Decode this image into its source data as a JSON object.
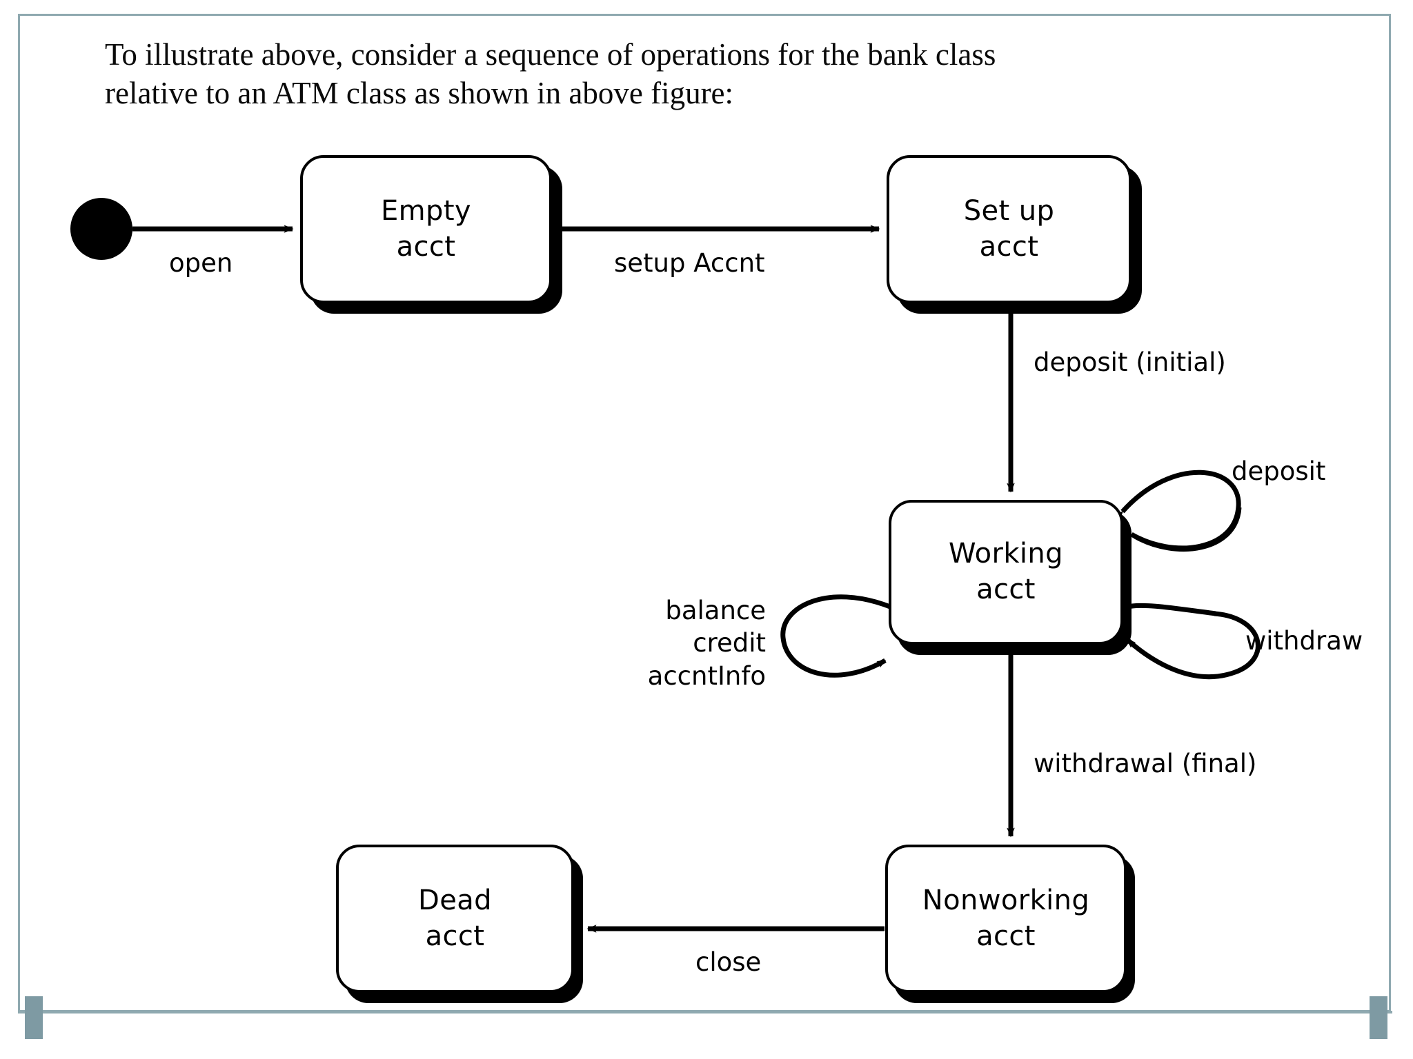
{
  "slide": {
    "heading": "To illustrate above, consider a sequence of operations for the bank class\nrelative to an ATM class as shown in above figure:",
    "accent_color": "#7e9aa3",
    "border_color": "#8fa9b0",
    "background": "#ffffff",
    "stroke_color": "#000000"
  },
  "diagram": {
    "type": "uml-state-machine",
    "title": "Bank account state diagram",
    "initial_state": {
      "name": "initial-pseudostate",
      "shape": "filled-circle"
    },
    "states": [
      {
        "id": "empty",
        "line1": "Empty",
        "line2": "acct"
      },
      {
        "id": "setup",
        "line1": "Set up",
        "line2": "acct"
      },
      {
        "id": "working",
        "line1": "Working",
        "line2": "acct"
      },
      {
        "id": "nonworking",
        "line1": "Nonworking",
        "line2": "acct"
      },
      {
        "id": "dead",
        "line1": "Dead",
        "line2": "acct"
      }
    ],
    "transitions": [
      {
        "id": "t-open",
        "from": "initial",
        "to": "empty",
        "label": "open"
      },
      {
        "id": "t-setup",
        "from": "empty",
        "to": "setup",
        "label": "setup Accnt"
      },
      {
        "id": "t-deposit-initial",
        "from": "setup",
        "to": "working",
        "label": "deposit (initial)"
      },
      {
        "id": "t-deposit",
        "from": "working",
        "to": "working",
        "label": "deposit"
      },
      {
        "id": "t-withdraw",
        "from": "working",
        "to": "working",
        "label": "withdraw"
      },
      {
        "id": "t-queries",
        "from": "working",
        "to": "working",
        "label": "balance\ncredit\naccntInfo"
      },
      {
        "id": "t-withdrawal-final",
        "from": "working",
        "to": "nonworking",
        "label": "withdrawal (final)"
      },
      {
        "id": "t-close",
        "from": "nonworking",
        "to": "dead",
        "label": "close"
      }
    ]
  }
}
